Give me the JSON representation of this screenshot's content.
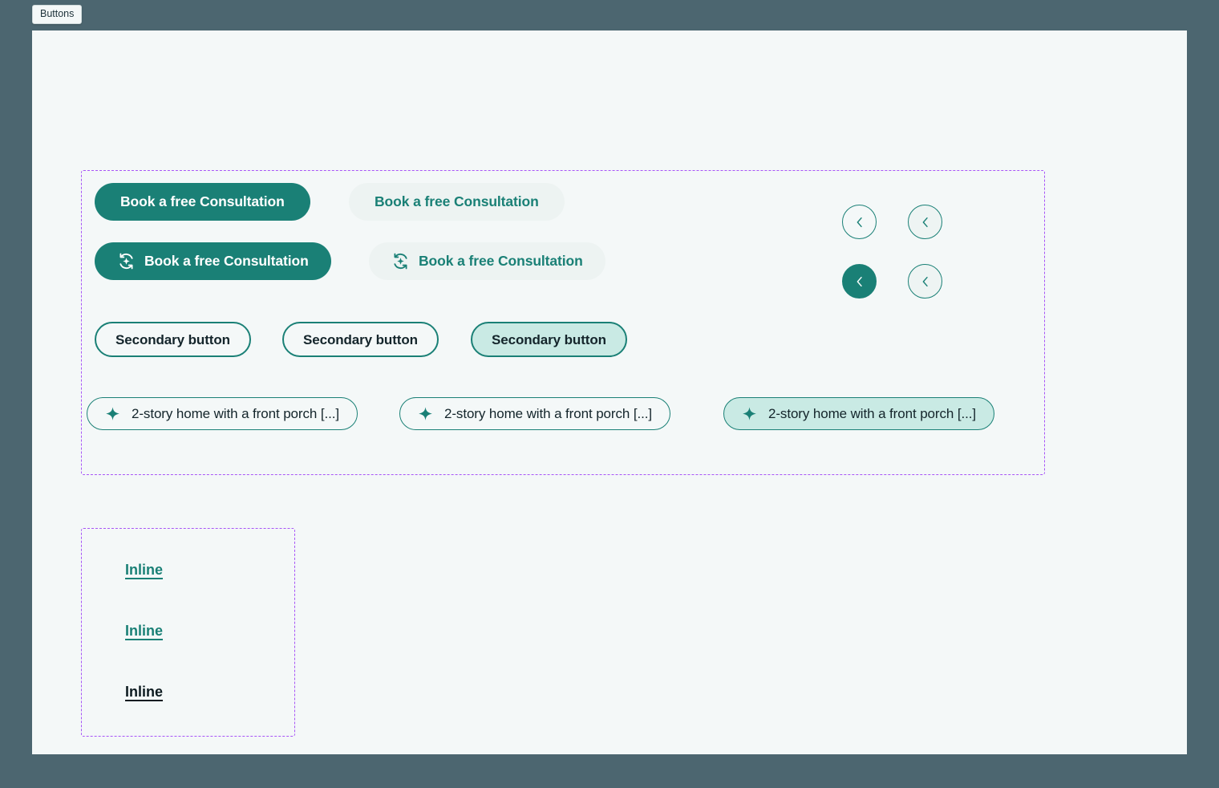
{
  "window": {
    "tab_label": "Buttons",
    "frame_color": "#4c6670",
    "canvas_color": "#f4f8f8"
  },
  "theme": {
    "accent": "#1a8076",
    "accent_tint": "#c9eae4",
    "accent_ghost": "#edf3f2",
    "text_dark": "#14252b",
    "annotation_border": "#a855f7"
  },
  "groups": {
    "buttons_group_name": "buttons-group",
    "inline_group_name": "inline-links-group"
  },
  "primary_row": {
    "solid_label": "Book a free Consultation",
    "ghost_label": "Book a free Consultation"
  },
  "primary_icon_row": {
    "solid_label": "Book a free Consultation",
    "ghost_label": "Book a free Consultation",
    "icon": "refresh-sparkle-icon"
  },
  "secondary_row": {
    "buttons": [
      {
        "label": "Secondary button",
        "state": "default"
      },
      {
        "label": "Secondary button",
        "state": "hover"
      },
      {
        "label": "Secondary button",
        "state": "selected"
      }
    ]
  },
  "chip_row": {
    "icon": "sparkle-icon",
    "chips": [
      {
        "label": "2-story home with a front porch [...]",
        "state": "default"
      },
      {
        "label": "2-story home with a front porch [...]",
        "state": "hover"
      },
      {
        "label": "2-story home with a front porch [...]",
        "state": "selected"
      }
    ]
  },
  "circle_buttons": {
    "icon": "chevron-left-icon",
    "items": [
      {
        "state": "default"
      },
      {
        "state": "hover"
      },
      {
        "state": "filled"
      },
      {
        "state": "hover"
      }
    ]
  },
  "inline_links": [
    {
      "label": "Inline",
      "variant": "accent"
    },
    {
      "label": "Inline",
      "variant": "accent"
    },
    {
      "label": "Inline",
      "variant": "dark"
    }
  ]
}
